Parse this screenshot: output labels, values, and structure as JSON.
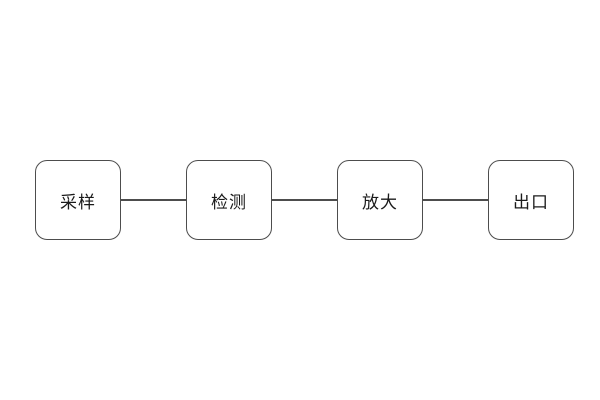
{
  "diagram": {
    "type": "flowchart",
    "direction": "left-to-right",
    "background_color": "#ffffff",
    "node_border_color": "#4d4d4d",
    "node_fill_color": "#ffffff",
    "connector_color": "#4d4d4d",
    "text_color": "#1a1a1a",
    "nodes": [
      {
        "id": "node-1",
        "label": "采样"
      },
      {
        "id": "node-2",
        "label": "检测"
      },
      {
        "id": "node-3",
        "label": "放大"
      },
      {
        "id": "node-4",
        "label": "出口"
      }
    ],
    "connections": [
      {
        "from": "node-1",
        "to": "node-2"
      },
      {
        "from": "node-2",
        "to": "node-3"
      },
      {
        "from": "node-3",
        "to": "node-4"
      }
    ]
  }
}
